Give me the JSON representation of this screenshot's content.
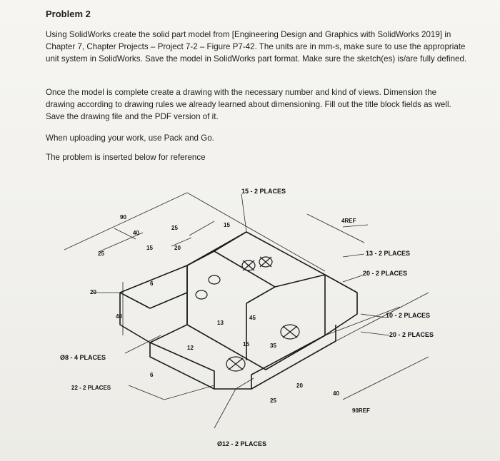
{
  "problem": {
    "title": "Problem 2",
    "paragraph1": "Using SolidWorks create the solid part model from [Engineering Design and Graphics with SolidWorks 2019] in Chapter 7, Chapter Projects – Project 7-2 – Figure P7-42. The units are in mm-s, make sure to use the appropriate unit system in SolidWorks. Save the model in SolidWorks part format. Make sure the sketch(es) is/are fully defined.",
    "paragraph2": "Once the model is complete create a drawing with the necessary number and kind of views. Dimension the drawing according to drawing rules we already learned about dimensioning. Fill out the title block fields as well. Save the drawing file and the PDF version of it.",
    "paragraph3": "When uploading your work, use Pack and Go.",
    "paragraph4": "The problem is inserted below for reference"
  },
  "drawing_labels": {
    "d15_2places": "15 - 2 PLACES",
    "d4ref": "4REF",
    "d13_2places": "13 - 2 PLACES",
    "d20_2places_a": "20 - 2 PLACES",
    "d10_2places": "10 - 2 PLACES",
    "d20_2places_b": "20 - 2 PLACES",
    "d90ref": "90REF",
    "d12_2places": "Ø12 - 2 PLACES",
    "d8_4places": "Ø8 - 4 PLACES",
    "d22_2places": "22 - 2 PLACES",
    "n90": "90",
    "n40a": "40",
    "n25a": "25",
    "n15a": "15",
    "n25b": "25",
    "n15b": "15",
    "n20a": "20",
    "n20b": "20",
    "n6a": "6",
    "n40b": "40",
    "n13": "13",
    "n45": "45",
    "n15c": "15",
    "n35": "35",
    "n12": "12",
    "n6b": "6",
    "n20c": "20",
    "n40c": "40",
    "n25c": "25"
  }
}
